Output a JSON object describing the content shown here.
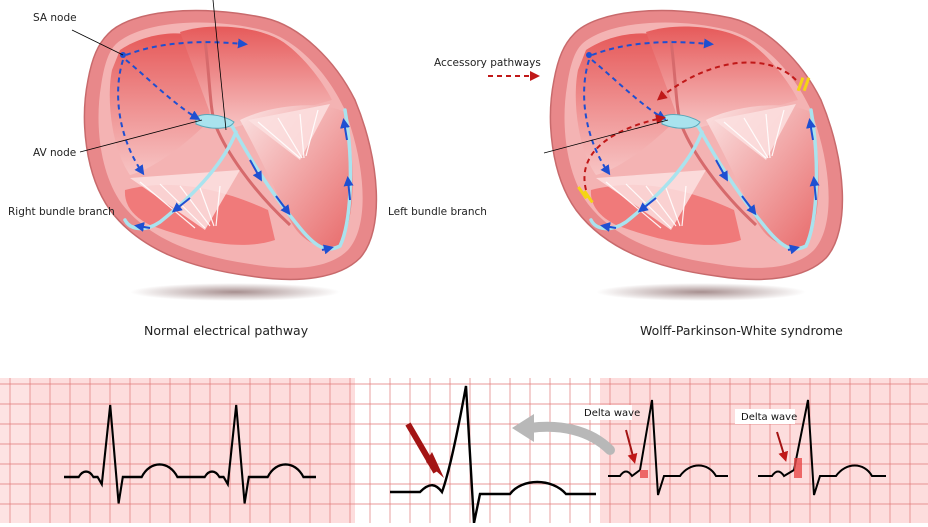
{
  "labels": {
    "sa_node": "SA node",
    "av_node": "AV node",
    "right_bundle": "Right bundle branch",
    "left_bundle": "Left bundle branch",
    "accessory": "Accessory pathways",
    "delta_1": "Delta wave",
    "delta_2": "Delta wave"
  },
  "captions": {
    "normal": "Normal electrical pathway",
    "wpw": "Wolff-Parkinson-White syndrome"
  },
  "colors": {
    "heart_outer": "#e8888a",
    "heart_inner": "#f4b3b3",
    "chamber": "#f07a7a",
    "conduction_path": "#a9e3ee",
    "impulse_arrow": "#1f4fd1",
    "accessory_arrow": "#c01818",
    "accessory_band": "#f5d514",
    "ecg_grid_bg": "#fde3e3",
    "ecg_grid_line": "#e07878",
    "delta_arrow": "#a31414",
    "flow_arrow": "#b8b8b8"
  }
}
